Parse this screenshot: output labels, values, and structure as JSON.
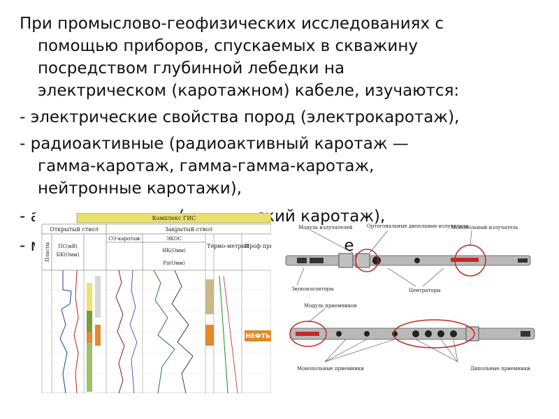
{
  "slide": {
    "paragraphs": [
      {
        "lines": [
          "При промыслово-геофизических исследованиях с",
          "помощью приборов, спускаемых в скважину",
          "посредством глубинной лебедки на",
          "электрическом (каротажном) кабеле, изучаются:"
        ]
      },
      {
        "lines": [
          "- электрические свойства пород (электрокаротаж),"
        ]
      },
      {
        "lines": [
          "- радиоактивные (радиоактивный каротаж —",
          "гамма-каротаж, гамма-гамма-каротаж,",
          "нейтронные каротажи),"
        ]
      }
    ],
    "partial_line_1": "- а                           (              ский каротаж),",
    "partial_line_2": "- м                                                           е"
  },
  "log_figure": {
    "header_title": "Комплекс ГИС",
    "open_hole": "Открытый ствол",
    "cased_hole": "Закрытый ствол",
    "co_log": "СО-каротаж",
    "ekos": "ЭКОС",
    "thermometry": "Термо-метрия",
    "profile": "Проф притт",
    "ps_label": "ПС(мВ)",
    "bk_label": "БК(Омм)",
    "ik_label": "ИК(Омм)",
    "rp_label": "Рп(Омм)",
    "plasty": "Пласты",
    "oil_tag": "НЕФТЬ"
  },
  "tool_figure": {
    "emitter_module": "Модуль излучателей",
    "orthogonal_dipole": "Ортогональные дипольные излучатели",
    "monopole_emitter": "Монопольный излучатель",
    "sound_isolators": "Звукоизоляторы",
    "centrators": "Центраторы",
    "receiver_module": "Модуль приемников",
    "monopole_receivers": "Монопольные приемники",
    "dipole_receivers": "Дипольные приемники"
  },
  "colors": {
    "title_bar": "#e8e06a",
    "oil": "#e08a2a",
    "highlight_red": "#cc2222",
    "tool_gray": "#b8b8b8"
  }
}
